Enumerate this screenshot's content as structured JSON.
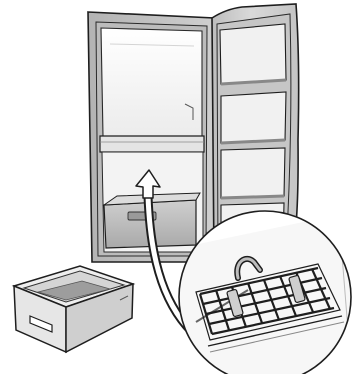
{
  "figure": {
    "kind": "installation-illustration",
    "parts": [
      "refrigerator-cabinet",
      "open-door",
      "door-shelves",
      "crisper-drawer",
      "removed-drawer",
      "wire-shelf-detail",
      "direction-arrow"
    ],
    "colors": {
      "outline": "#1e1e1e",
      "cabinet_fill": "#c9c9c9",
      "cabinet_inner": "#f6f6f6",
      "door_fill": "#d2d2d2",
      "shelf_fill": "#f1f1f1",
      "drawer_fill": "#b9b9b9",
      "shadow": "#9d9d9d",
      "background": "#ffffff"
    }
  }
}
